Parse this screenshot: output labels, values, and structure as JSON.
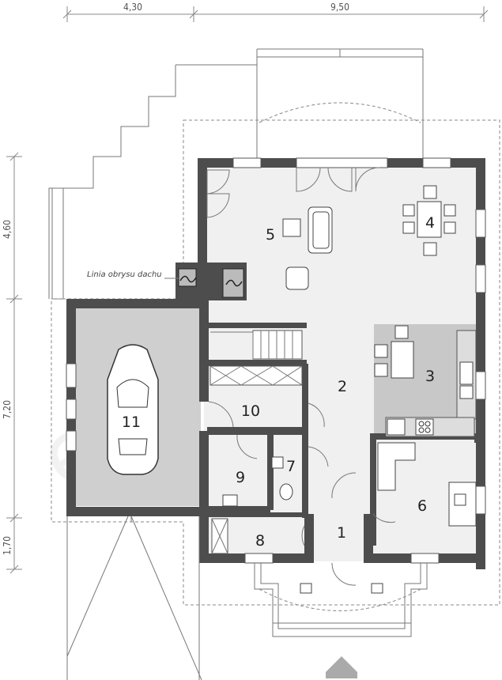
{
  "dimensions": {
    "top": [
      "4,30",
      "9,50"
    ],
    "left": [
      "4,60",
      "7,20",
      "1,70"
    ]
  },
  "annotation": "Linia obrysu dachu",
  "rooms": [
    "1",
    "2",
    "3",
    "4",
    "5",
    "6",
    "7",
    "8",
    "9",
    "10",
    "11"
  ],
  "watermark": "extradom",
  "colors": {
    "wall": "#4d4d4d",
    "room": "#f0f0f0",
    "kitchen": "#c8c8c8",
    "garage": "#cfcfcf"
  }
}
